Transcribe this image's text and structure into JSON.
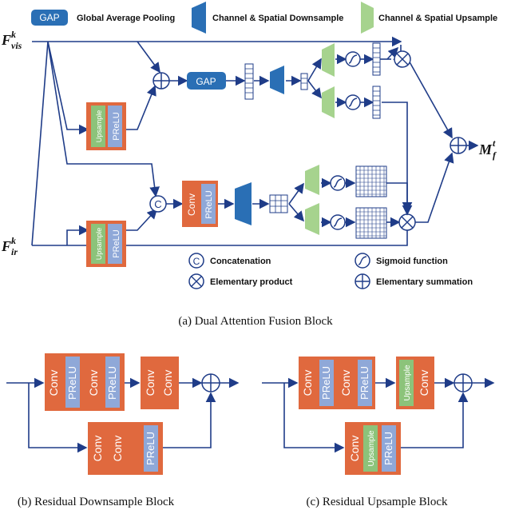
{
  "legend": {
    "gap_chip": "GAP",
    "gap": "Global Average Pooling",
    "downsample": "Channel & Spatial Downsample",
    "upsample": "Channel & Spatial Upsample"
  },
  "inputs": {
    "vis_main": "F",
    "vis_sup": "k",
    "vis_sub": "vis",
    "ir_main": "F",
    "ir_sup": "k",
    "ir_sub": "ir"
  },
  "output": {
    "main": "M",
    "sup": "t",
    "sub": "f"
  },
  "blocks": {
    "gap_block": "GAP",
    "upsample": "Upsample",
    "prelu": "PReLU",
    "conv": "Conv"
  },
  "op_legend": {
    "concat_symbol": "C",
    "concat": "Concatenation",
    "product": "Elementary product",
    "sigmoid": "Sigmoid function",
    "summation": "Elementary summation"
  },
  "captions": {
    "a": "(a) Dual Attention Fusion Block",
    "b": "(b) Residual Downsample Block",
    "c": "(c) Residual Upsample Block"
  },
  "colors": {
    "wire": "#1f3c88",
    "conv": "#e0693e",
    "prelu": "#8fa8d8",
    "upsample": "#8cc37a",
    "gap": "#2a6fb5",
    "downsample": "#2a6fb5",
    "upsample_shape": "#a6d38e"
  }
}
